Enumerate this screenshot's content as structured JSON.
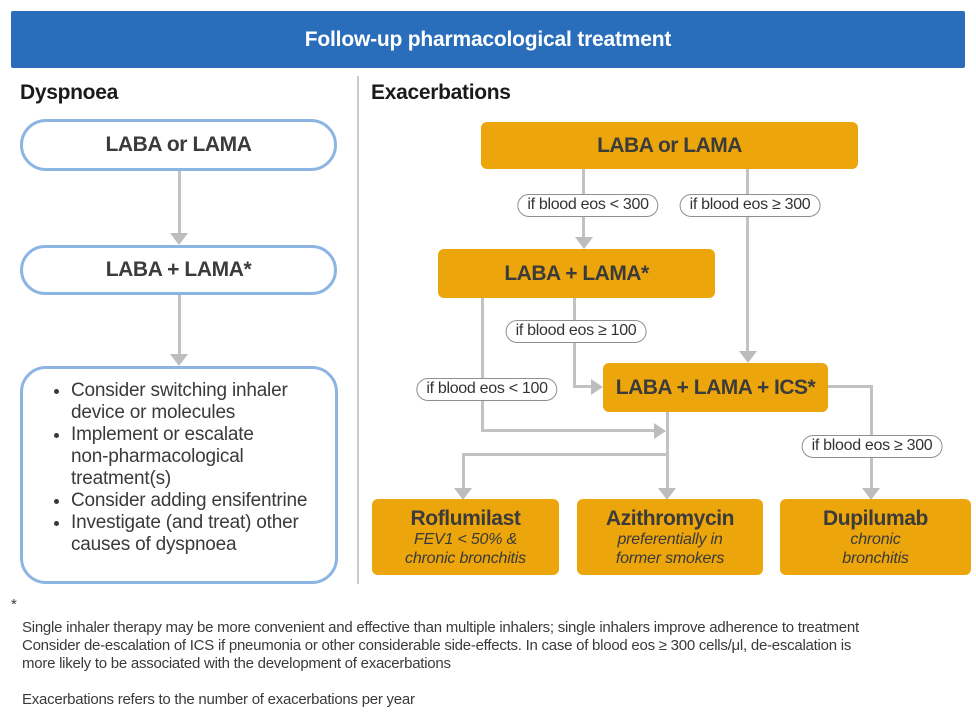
{
  "title": "Follow-up pharmacological treatment",
  "dyspnoea": {
    "heading": "Dyspnoea",
    "step1": "LABA or LAMA",
    "step2": "LABA + LAMA*",
    "bullets": [
      "Consider switching inhaler\ndevice or molecules",
      "Implement or escalate\nnon-pharmacological\ntreatment(s)",
      "Consider adding ensifentrine",
      "Investigate (and treat) other\ncauses of dyspnoea"
    ]
  },
  "exacerbations": {
    "heading": "Exacerbations",
    "step1": "LABA or LAMA",
    "step2": "LABA + LAMA*",
    "step3": "LABA + LAMA + ICS*",
    "conditions": {
      "eos_lt_300": "if blood eos < 300",
      "eos_ge_300": "if blood eos ≥ 300",
      "eos_ge_100": "if blood eos ≥ 100",
      "eos_lt_100": "if blood eos < 100",
      "eos_ge_300_b": "if blood eos ≥ 300"
    },
    "outcomes": [
      {
        "name": "Roflumilast",
        "detail": "FEV1 < 50% &\nchronic bronchitis"
      },
      {
        "name": "Azithromycin",
        "detail": "preferentially in\nformer smokers"
      },
      {
        "name": "Dupilumab",
        "detail": "chronic\nbronchitis"
      }
    ]
  },
  "footnotes": {
    "star": "*",
    "note1": "Single inhaler therapy may be more convenient and effective than multiple inhalers; single inhalers improve adherence to treatment",
    "note2": "Consider de-escalation of ICS if pneumonia or other considerable side-effects. In case of blood eos ≥ 300 cells/μl, de-escalation is\nmore likely to be associated with the development of exacerbations",
    "note3": "Exacerbations refers to the number of exacerbations per year"
  },
  "colors": {
    "header_blue": "#2a6ebb",
    "flow_amber": "#eca50a",
    "outline_blue": "#8cb5e3",
    "connector_gray": "#c2c2c2"
  }
}
